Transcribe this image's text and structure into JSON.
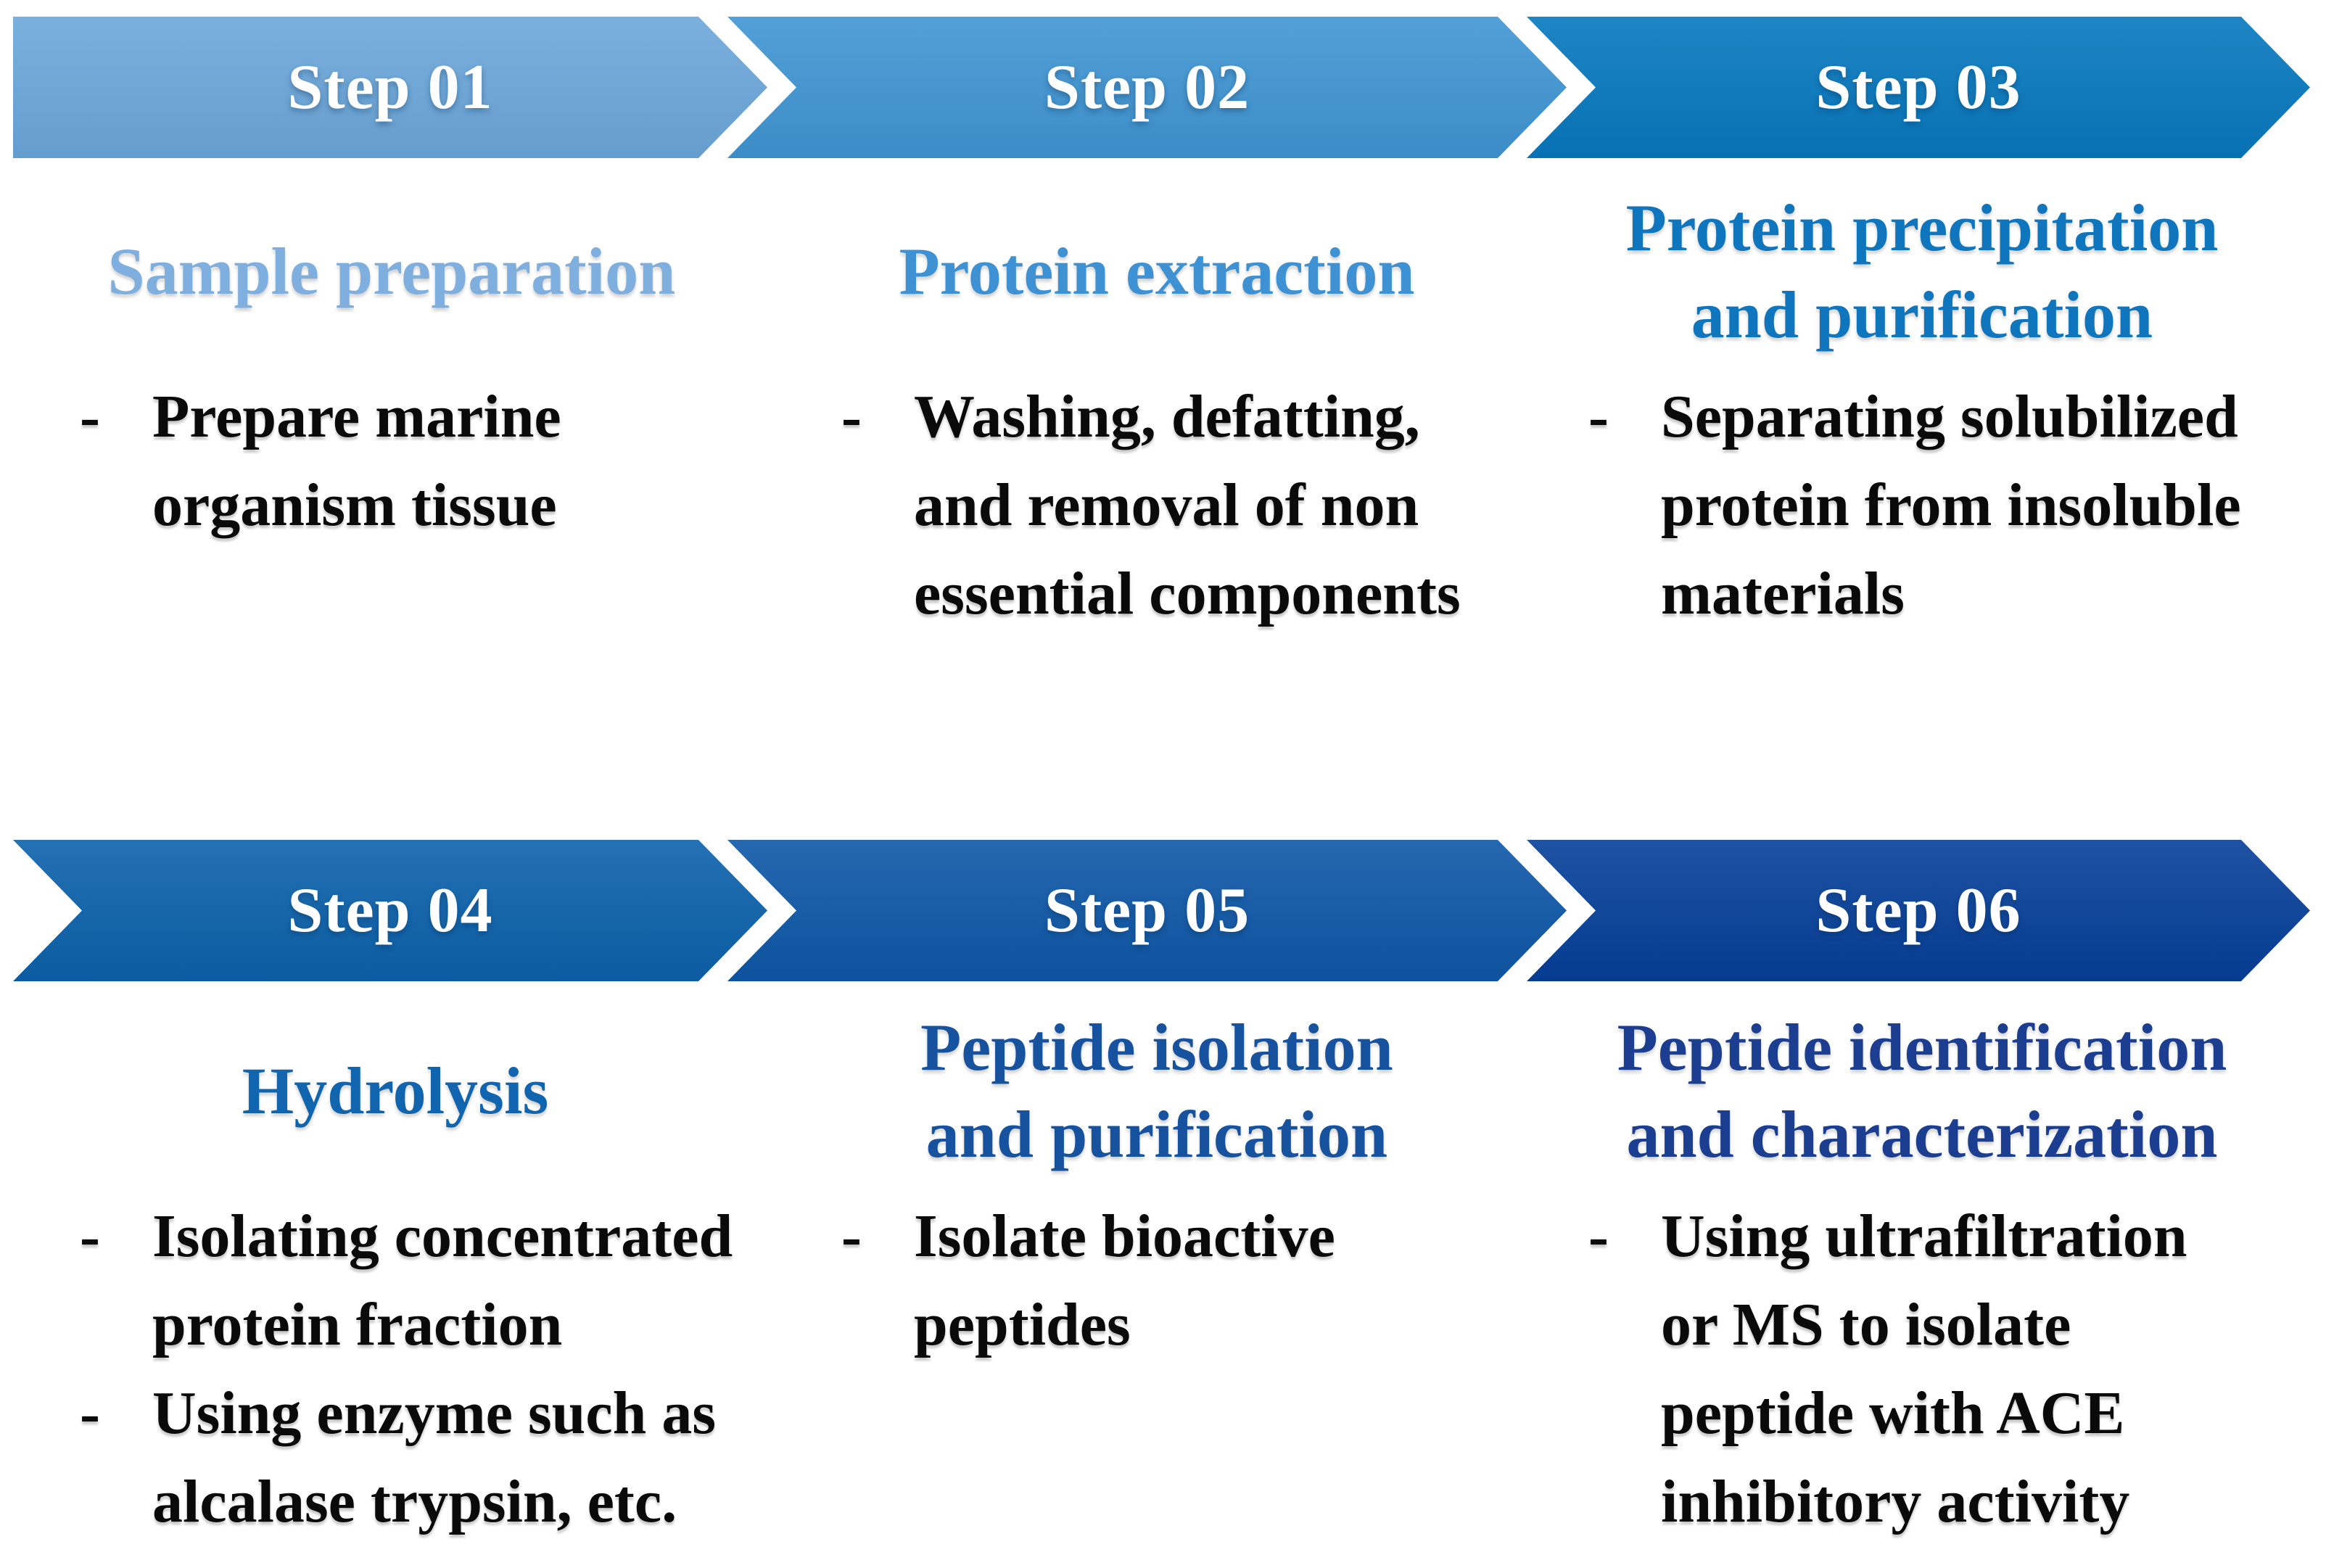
{
  "page_background": "#ffffff",
  "bullet_dash": "-",
  "steps": [
    {
      "banner_label": "Step 01",
      "banner_color": "#6BA7DA",
      "title_color": "#7FAFDF",
      "title_lines": [
        "Sample preparation"
      ],
      "bullets": [
        {
          "lines": [
            "Prepare marine",
            "organism tissue"
          ]
        }
      ]
    },
    {
      "banner_label": "Step 02",
      "banner_color": "#3F95D3",
      "title_color": "#3E92D3",
      "title_lines": [
        "Protein extraction"
      ],
      "bullets": [
        {
          "lines": [
            "Washing, defatting,",
            "and removal of non",
            "essential components"
          ]
        }
      ]
    },
    {
      "banner_label": "Step 03",
      "banner_color": "#0678BE",
      "title_color": "#0F76BE",
      "title_lines": [
        "Protein precipitation",
        "and purification"
      ],
      "bullets": [
        {
          "lines": [
            "Separating solubilized",
            "protein from insoluble",
            "materials"
          ]
        }
      ]
    },
    {
      "banner_label": "Step 04",
      "banner_color": "#0B61AB",
      "title_color": "#1165AF",
      "title_lines": [
        "Hydrolysis"
      ],
      "bullets": [
        {
          "lines": [
            "Isolating concentrated",
            "protein fraction"
          ]
        },
        {
          "lines": [
            "Using enzyme such as",
            "alcalase trypsin, etc."
          ]
        }
      ]
    },
    {
      "banner_label": "Step 05",
      "banner_color": "#0D57A7",
      "title_color": "#17529F",
      "title_lines": [
        "Peptide isolation",
        "and purification"
      ],
      "bullets": [
        {
          "lines": [
            "Isolate bioactive",
            "peptides"
          ]
        }
      ]
    },
    {
      "banner_label": "Step 06",
      "banner_color": "#053F99",
      "title_color": "#1C3E90",
      "title_lines": [
        "Peptide identification",
        "and characterization"
      ],
      "bullets": [
        {
          "lines": [
            "Using ultrafiltration",
            "or MS to isolate",
            "peptide with ACE",
            "inhibitory activity"
          ]
        }
      ]
    }
  ]
}
